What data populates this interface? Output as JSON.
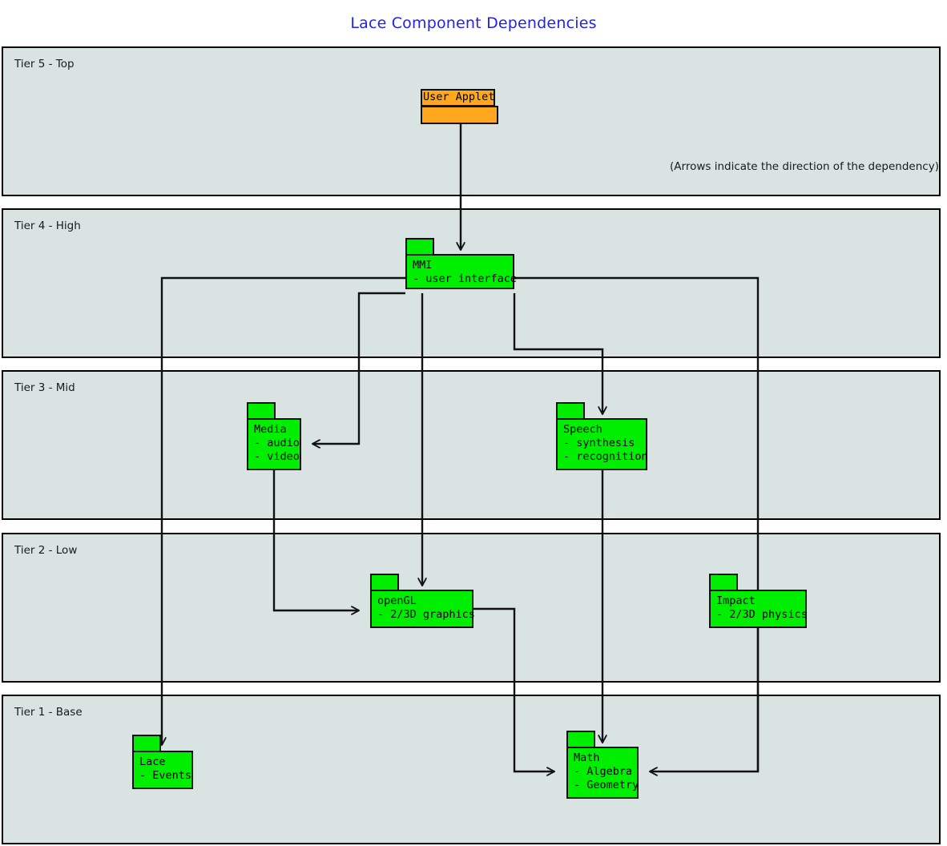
{
  "title": "Lace Component Dependencies",
  "note": "(Arrows indicate the direction of the dependency)",
  "colors": {
    "title": "#2222ee",
    "tier_fill": "#d9e3e2",
    "package_fill": "#00ee00",
    "applet_fill": "#ffa81e",
    "stroke": "#111111"
  },
  "tiers": [
    {
      "id": "tier5",
      "label": "Tier 5 - Top"
    },
    {
      "id": "tier4",
      "label": "Tier 4 - High"
    },
    {
      "id": "tier3",
      "label": "Tier 3 - Mid"
    },
    {
      "id": "tier2",
      "label": "Tier 2 - Low"
    },
    {
      "id": "tier1",
      "label": "Tier 1 - Base"
    }
  ],
  "packages": [
    {
      "id": "user-applet",
      "tier": "Tier 5 - Top",
      "name": "User Applet",
      "items": []
    },
    {
      "id": "mmi",
      "tier": "Tier 4 - High",
      "name": "MMI",
      "items": [
        "- user interface"
      ]
    },
    {
      "id": "media",
      "tier": "Tier 3 - Mid",
      "name": "Media",
      "items": [
        "- audio",
        "- video"
      ]
    },
    {
      "id": "speech",
      "tier": "Tier 3 - Mid",
      "name": "Speech",
      "items": [
        "- synthesis",
        "- recognition"
      ]
    },
    {
      "id": "opengl",
      "tier": "Tier 2 - Low",
      "name": "openGL",
      "items": [
        "- 2/3D graphics"
      ]
    },
    {
      "id": "impact",
      "tier": "Tier 2 - Low",
      "name": "Impact",
      "items": [
        "- 2/3D physics"
      ]
    },
    {
      "id": "lace",
      "tier": "Tier 1 - Base",
      "name": "Lace",
      "items": [
        "- Events"
      ]
    },
    {
      "id": "math",
      "tier": "Tier 1 - Base",
      "name": "Math",
      "items": [
        "- Algebra",
        "- Geometry"
      ]
    }
  ],
  "dependencies": [
    {
      "from": "User Applet",
      "to": "MMI"
    },
    {
      "from": "MMI",
      "to": "Media"
    },
    {
      "from": "MMI",
      "to": "Speech"
    },
    {
      "from": "MMI",
      "to": "openGL"
    },
    {
      "from": "MMI",
      "to": "Lace"
    },
    {
      "from": "MMI",
      "to": "Math"
    },
    {
      "from": "Media",
      "to": "openGL"
    },
    {
      "from": "Speech",
      "to": "Math"
    },
    {
      "from": "openGL",
      "to": "Math"
    },
    {
      "from": "Impact",
      "to": "Math"
    }
  ]
}
